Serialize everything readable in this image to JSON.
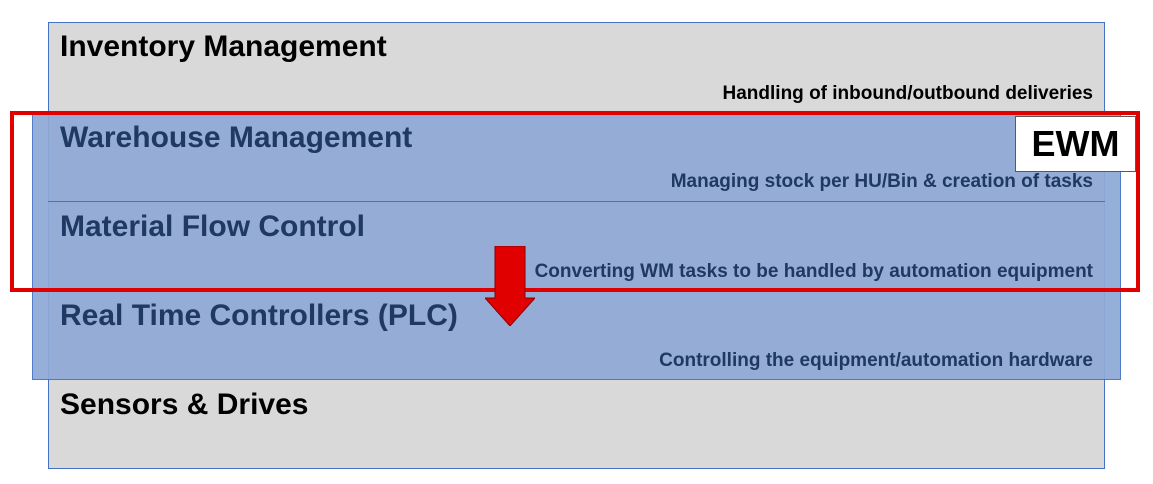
{
  "layers": [
    {
      "title": "Inventory Management",
      "description": "Handling of inbound/outbound deliveries"
    },
    {
      "title": "Warehouse Management",
      "description": "Managing stock per HU/Bin & creation of tasks"
    },
    {
      "title": "Material Flow Control",
      "description": "Converting WM tasks to be handled by automation equipment"
    },
    {
      "title": "Real Time Controllers (PLC)",
      "description": "Controlling the equipment/automation hardware"
    },
    {
      "title": "Sensors & Drives",
      "description": ""
    }
  ],
  "scope_badge": "EWM",
  "colors": {
    "gray_layer": "#d9d9d9",
    "blue_layer": "#8fa9d6",
    "blue_text": "#1f3864",
    "highlight_red": "#e00000"
  }
}
